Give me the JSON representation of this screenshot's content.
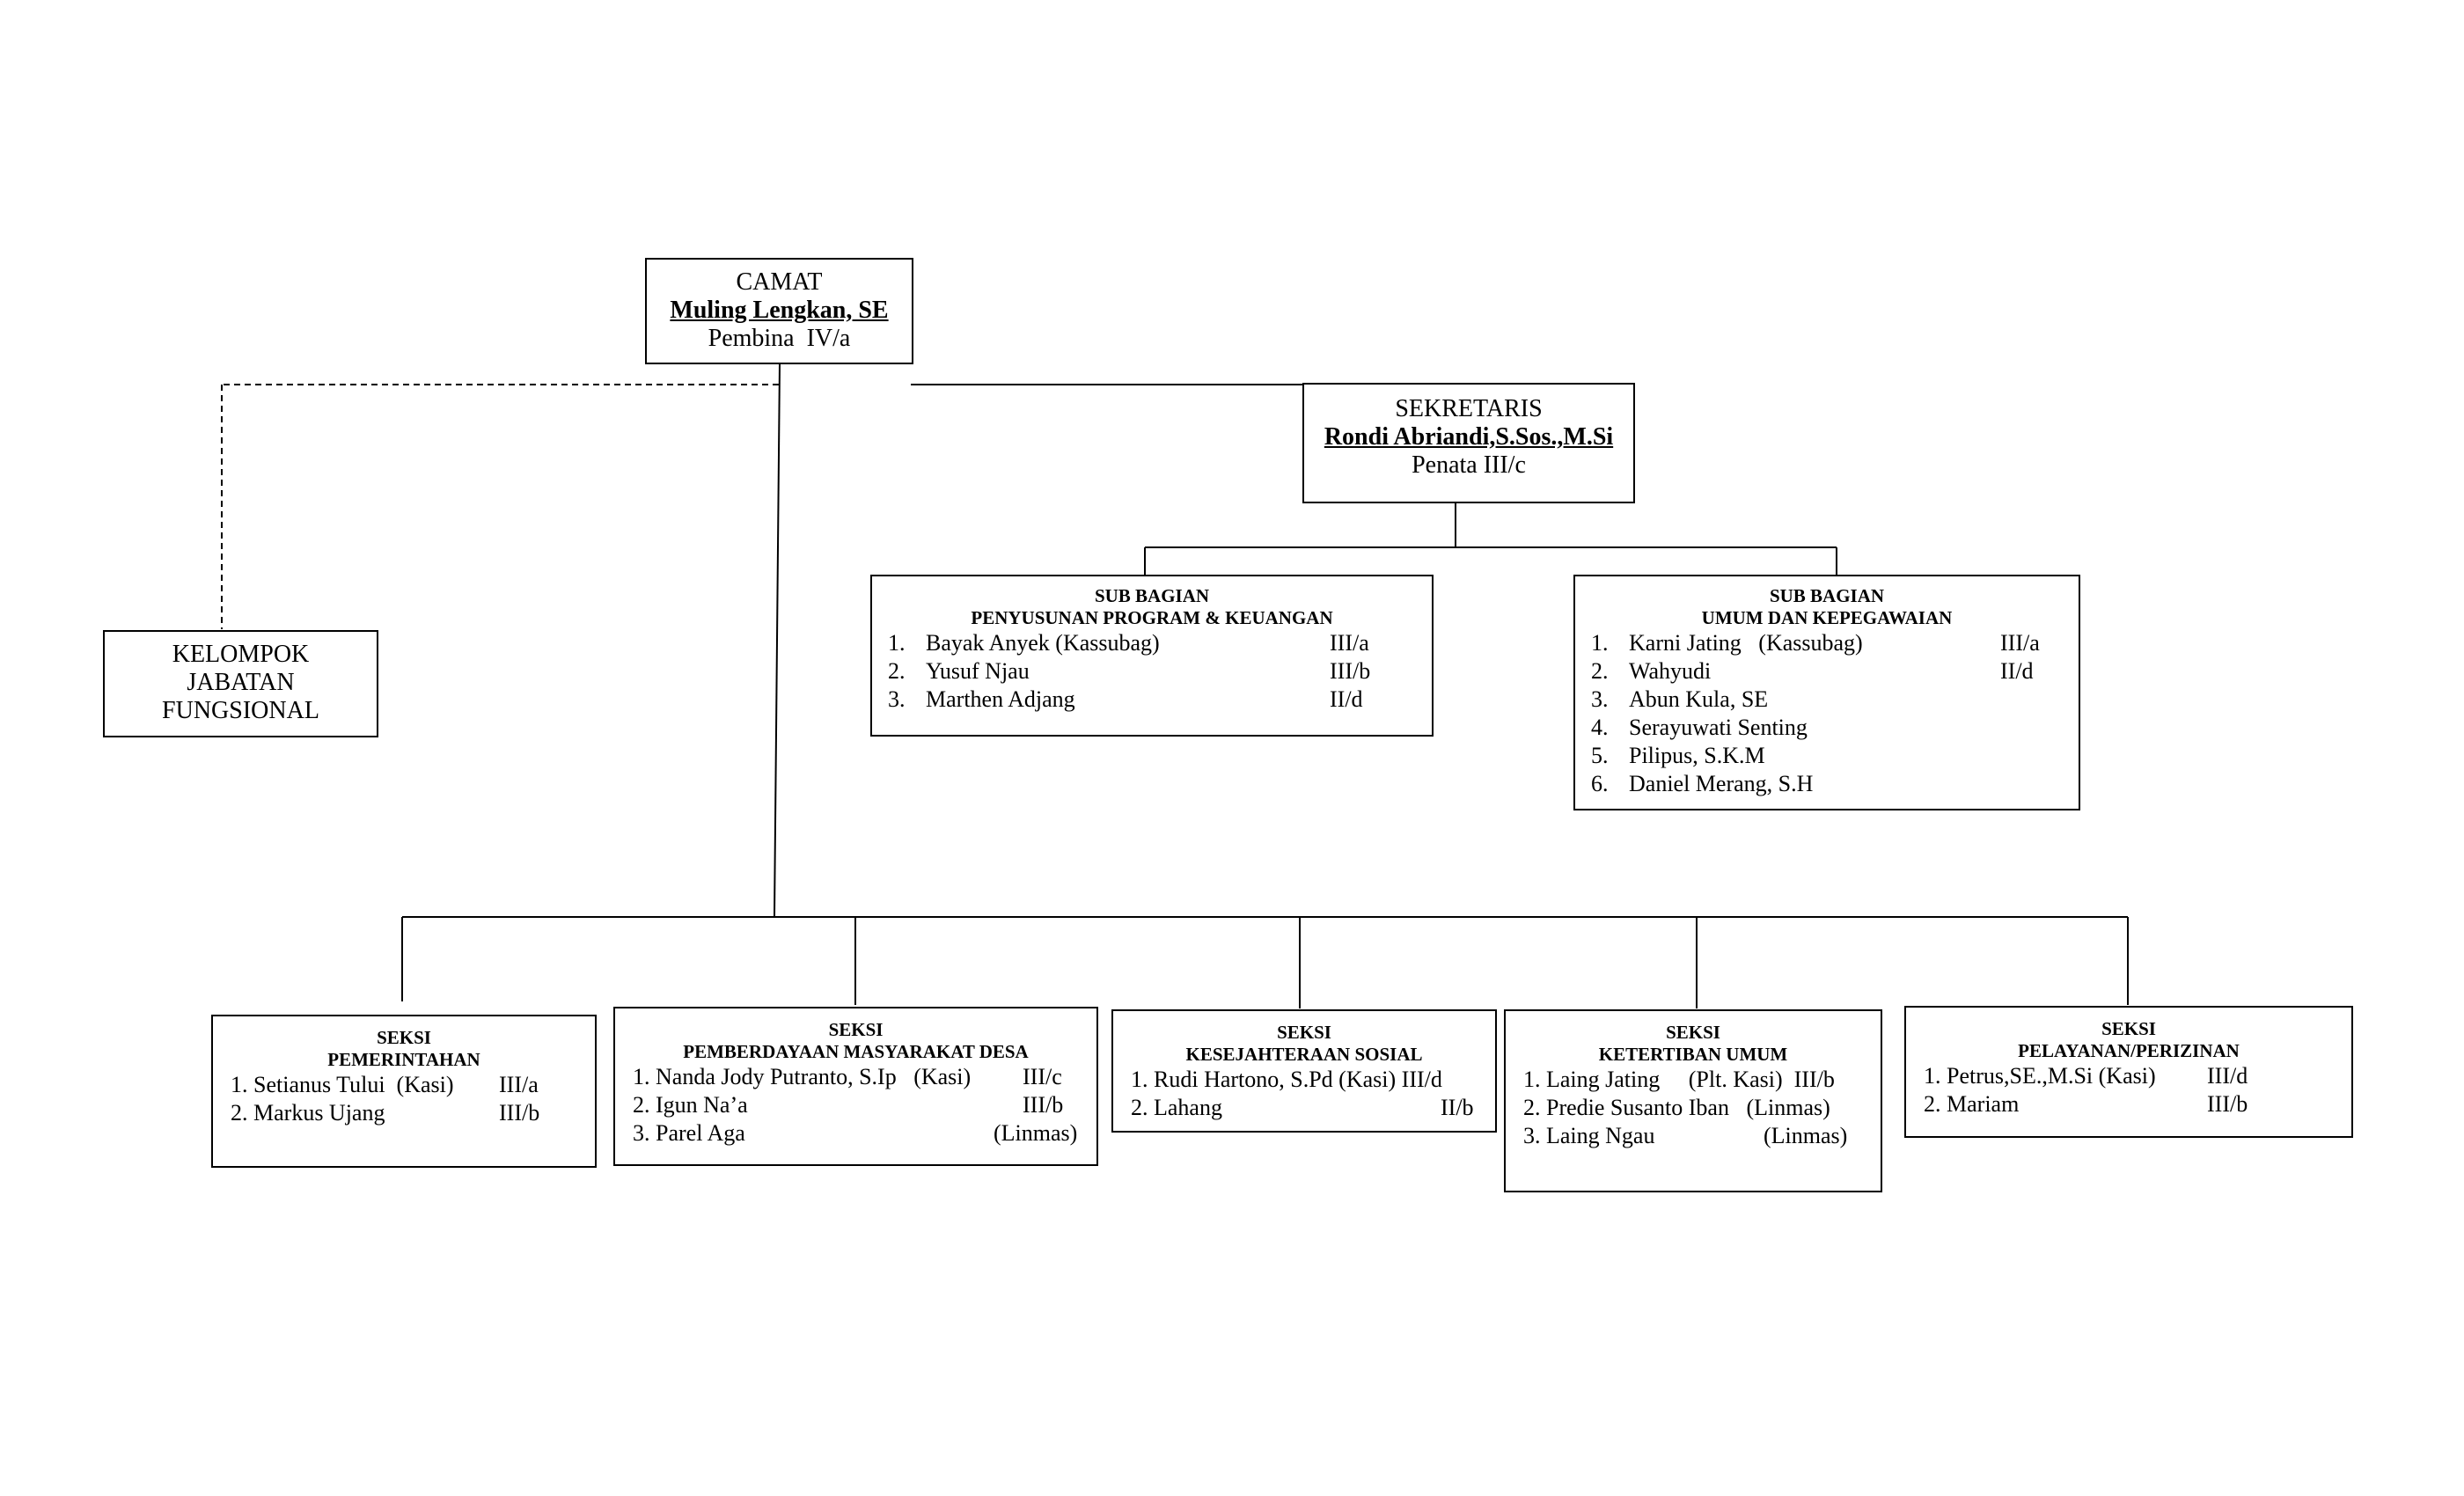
{
  "camat": {
    "title": "CAMAT",
    "name": "Muling Lengkan, SE",
    "rank": "Pembina  IV/a"
  },
  "fungsional": {
    "lines": [
      "KELOMPOK",
      "JABATAN",
      "FUNGSIONAL"
    ]
  },
  "sekretaris": {
    "title": "SEKRETARIS",
    "name": "Rondi Abriandi,S.Sos.,M.Si",
    "rank": "Penata III/c"
  },
  "subbag_program": {
    "title1": "SUB BAGIAN",
    "title2": "PENYUSUNAN PROGRAM & KEUANGAN",
    "members": [
      {
        "no": "1.",
        "name": "Bayak Anyek (Kassubag)",
        "grade": "III/a"
      },
      {
        "no": "2.",
        "name": "Yusuf Njau",
        "grade": "III/b"
      },
      {
        "no": "3.",
        "name": "Marthen Adjang",
        "grade": "II/d"
      }
    ]
  },
  "subbag_umum": {
    "title1": "SUB BAGIAN",
    "title2": "UMUM DAN KEPEGAWAIAN",
    "members": [
      {
        "no": "1.",
        "name": "Karni Jating   (Kassubag)",
        "grade": "III/a"
      },
      {
        "no": "2.",
        "name": "Wahyudi",
        "grade": "II/d"
      },
      {
        "no": "3.",
        "name": "Abun Kula, SE",
        "grade": ""
      },
      {
        "no": "4.",
        "name": "Serayuwati Senting",
        "grade": ""
      },
      {
        "no": "5.",
        "name": "Pilipus, S.K.M",
        "grade": ""
      },
      {
        "no": "6.",
        "name": "Daniel Merang, S.H",
        "grade": ""
      }
    ]
  },
  "seksi_pemerintahan": {
    "title1": "SEKSI",
    "title2": "PEMERINTAHAN",
    "members": [
      {
        "name": "1. Setianus Tului  (Kasi)",
        "grade": "III/a"
      },
      {
        "name": "2. Markus Ujang",
        "grade": "III/b"
      }
    ]
  },
  "seksi_pmd": {
    "title1": "SEKSI",
    "title2": "PEMBERDAYAAN MASYARAKAT DESA",
    "members": [
      {
        "name": "1. Nanda Jody Putranto, S.Ip   (Kasi)",
        "grade": "III/c"
      },
      {
        "name": "2. Igun Na’a",
        "grade": "III/b"
      },
      {
        "name": "3. Parel Aga",
        "grade": "(Linmas)"
      }
    ]
  },
  "seksi_kesos": {
    "title1": "SEKSI",
    "title2": "KESEJAHTERAAN SOSIAL",
    "members": [
      {
        "name": "1. Rudi Hartono, S.Pd (Kasi) III/d",
        "grade": ""
      },
      {
        "name": "2. Lahang",
        "grade": "II/b"
      }
    ]
  },
  "seksi_trantib": {
    "title1": "SEKSI",
    "title2": "KETERTIBAN UMUM",
    "members": [
      {
        "name": "1. Laing Jating     (Plt. Kasi)  III/b",
        "grade": ""
      },
      {
        "name": "2. Predie Susanto Iban   (Linmas)",
        "grade": ""
      },
      {
        "name": "3. Laing Ngau",
        "grade": "(Linmas)"
      }
    ]
  },
  "seksi_pelayanan": {
    "title1": "SEKSI",
    "title2": "PELAYANAN/PERIZINAN",
    "members": [
      {
        "name": "1. Petrus,SE.,M.Si (Kasi)",
        "grade": "III/d"
      },
      {
        "name": "2. Mariam",
        "grade": "III/b"
      }
    ]
  }
}
